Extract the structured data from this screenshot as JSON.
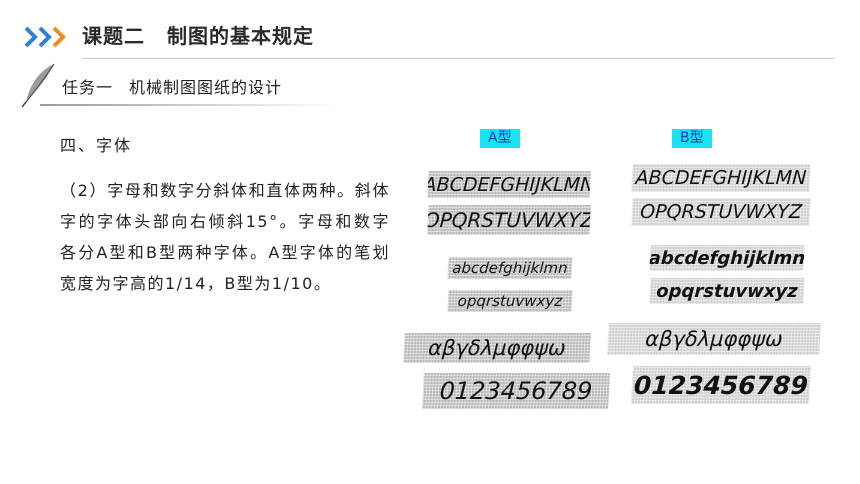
{
  "header": {
    "lesson_label": "课题二",
    "lesson_title": "制图的基本规定"
  },
  "task": {
    "label": "任务一",
    "title": "机械制图图纸的设计"
  },
  "section": {
    "title": "四、字体"
  },
  "paragraph": "（2）字母和数字分斜体和直体两种。斜体字的字体头部向右倾斜15°。字母和数字各分A型和B型两种字体。A型字体的笔划宽度为字高的1/14，B型为1/10。",
  "type_a": {
    "label": "A型",
    "upper_1": "ABCDEFGHIJKLMN",
    "upper_2": "OPQRSTUVWXYZ",
    "lower_1": "abcdefghijklmn",
    "lower_2": "opqrstuvwxyz",
    "greek": "αβγδλμφφψω",
    "digits": "0123456789"
  },
  "type_b": {
    "label": "B型",
    "upper_1": "ABCDEFGHIJKLMN",
    "upper_2": "OPQRSTUVWXYZ",
    "lower_1": "abcdefghijklmn",
    "lower_2": "opqrstuvwxyz",
    "greek": "αβγδλμφφψω",
    "digits": "0123456789"
  },
  "colors": {
    "label_bg": "#17e3f3",
    "label_text": "#1a36c8",
    "chevron_blue": "#2f7fd6",
    "chevron_orange": "#f08a24"
  }
}
